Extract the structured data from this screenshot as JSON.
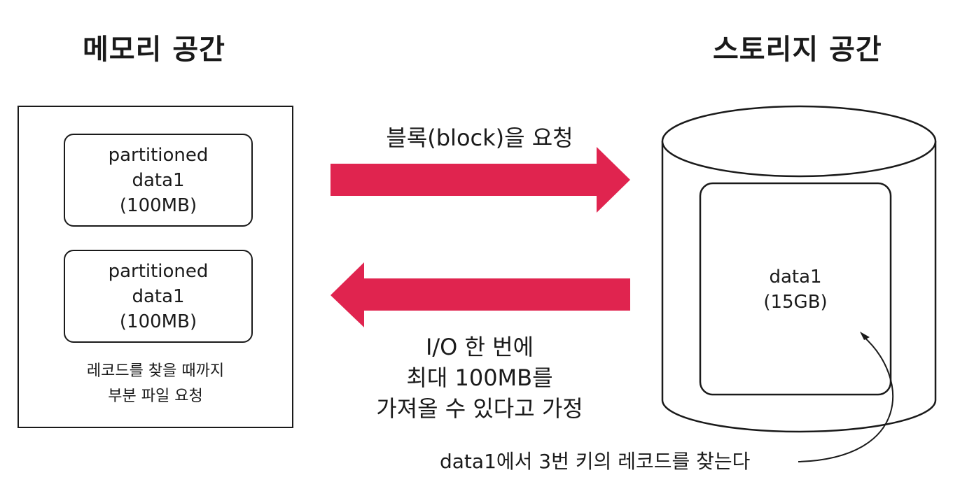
{
  "titles": {
    "memory": "메모리 공간",
    "storage": "스토리지 공간"
  },
  "memory": {
    "partitions": [
      {
        "line1": "partitioned",
        "line2": "data1",
        "line3": "(100MB)"
      },
      {
        "line1": "partitioned",
        "line2": "data1",
        "line3": "(100MB)"
      }
    ],
    "note_line1": "레코드를 찾을 때까지",
    "note_line2": "부분 파일 요청"
  },
  "arrows": {
    "request_label": "블록(block)을 요청",
    "response_line1": "I/O 한 번에",
    "response_line2": "최대 100MB를",
    "response_line3": "가져올 수 있다고 가정",
    "color": "#e0244f"
  },
  "storage": {
    "data_name": "data1",
    "data_size": "(15GB)"
  },
  "annotation": {
    "find_record": "data1에서 3번 키의 레코드를 찾는다"
  }
}
